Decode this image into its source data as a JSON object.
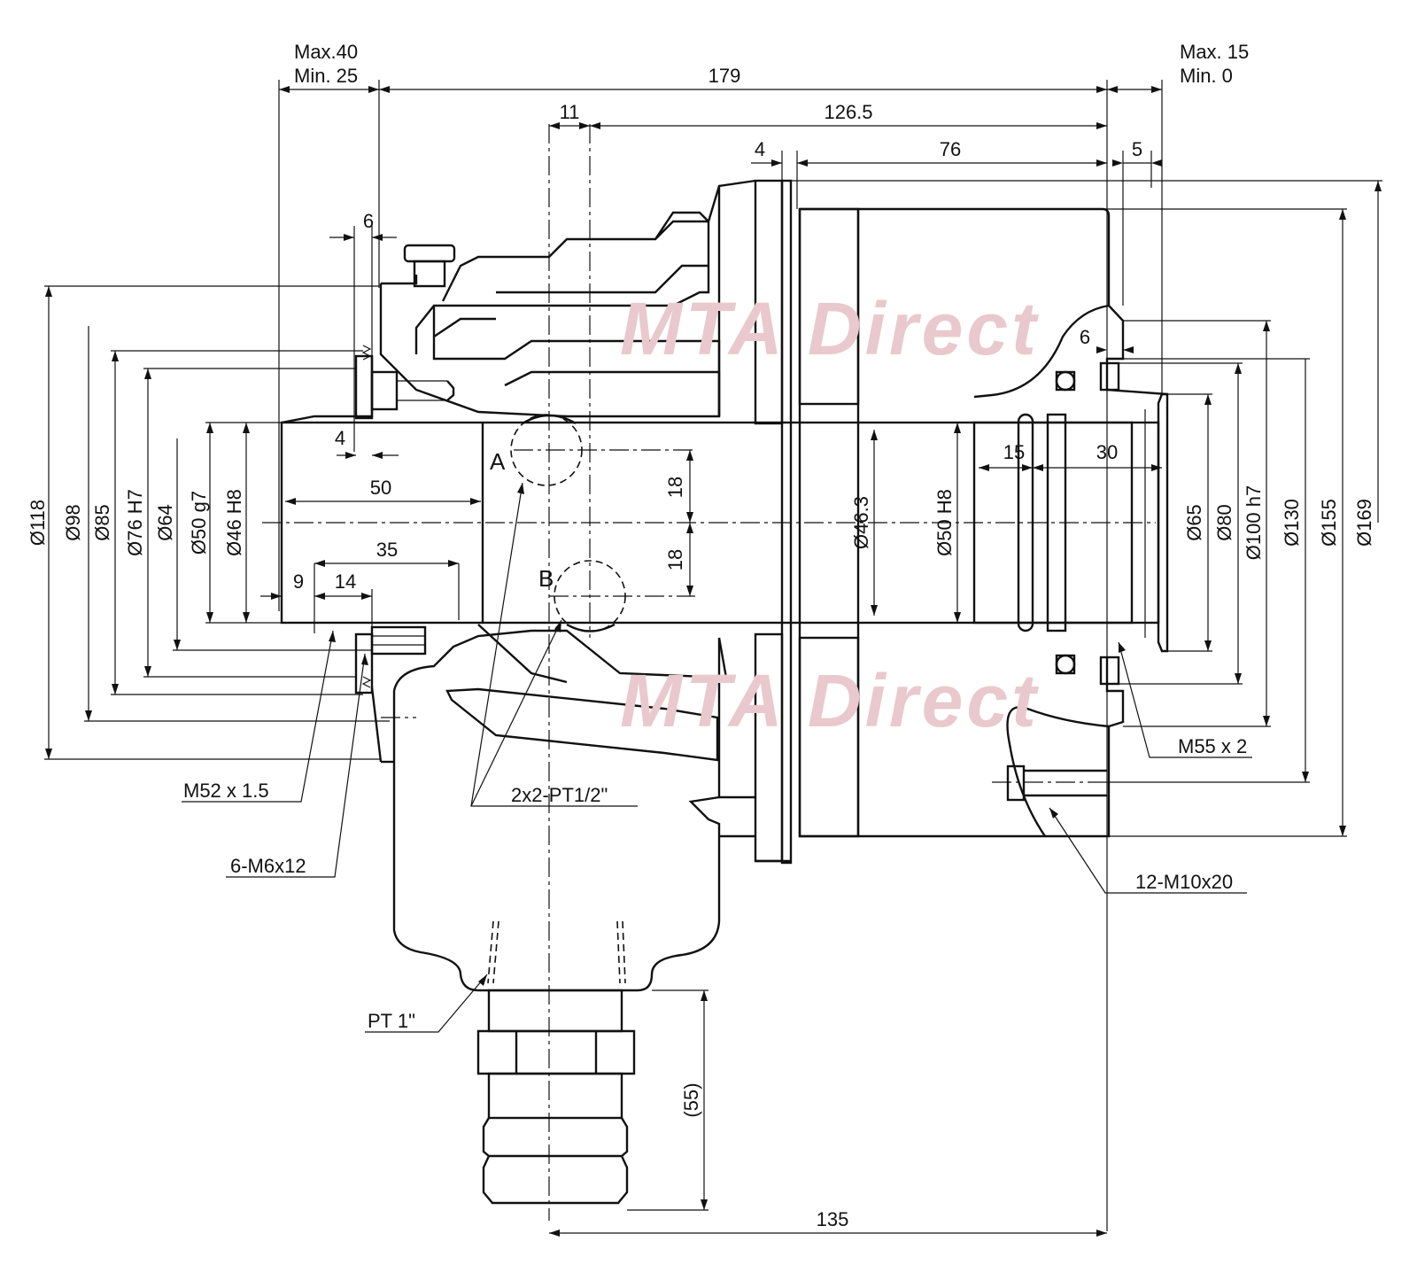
{
  "watermark": "MTA Direct",
  "dimensions": {
    "max40": "Max.40",
    "min25": "Min. 25",
    "d179": "179",
    "max15": "Max. 15",
    "min0": "Min. 0",
    "d11": "11",
    "d126_5": "126.5",
    "d4_top": "4",
    "d76": "76",
    "d5": "5",
    "d6_top": "6",
    "d6_right": "6",
    "d4_left": "4",
    "d50": "50",
    "d35": "35",
    "d9": "9",
    "d14": "14",
    "d18_a": "18",
    "d18_b": "18",
    "d15": "15",
    "d30": "30",
    "d135": "135",
    "d55": "(55)",
    "dia118": "Ø118",
    "dia98": "Ø98",
    "dia85": "Ø85",
    "dia76": "Ø76 H7",
    "dia64": "Ø64",
    "dia50g7": "Ø50 g7",
    "dia46": "Ø46 H8",
    "dia46_3": "Ø46.3",
    "dia50h8": "Ø50 H8",
    "dia65": "Ø65",
    "dia80": "Ø80",
    "dia100": "Ø100 h7",
    "dia130": "Ø130",
    "dia155": "Ø155",
    "dia169": "Ø169"
  },
  "callouts": {
    "port_a": "A",
    "port_b": "B",
    "m52": "M52 x 1.5",
    "m6": "6-M6x12",
    "pt12": "2x2-PT1/2\"",
    "pt1": "PT 1\"",
    "m55": "M55 x 2",
    "m10": "12-M10x20"
  }
}
